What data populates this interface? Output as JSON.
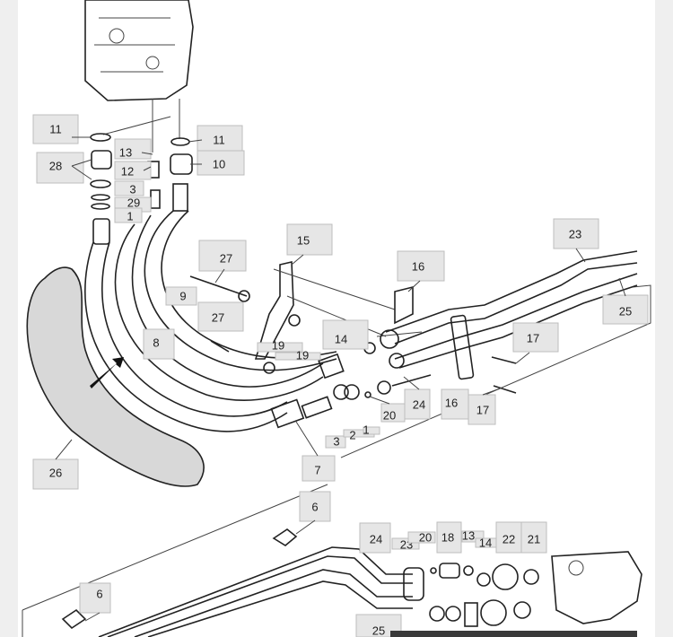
{
  "diagram": {
    "title_visible": false,
    "callouts": {
      "c11a": "11",
      "c11b": "11",
      "c28": "28",
      "c13": "13",
      "c12": "12",
      "c10": "10",
      "c3a": "3",
      "c29": "29",
      "c1": "1",
      "c27a": "27",
      "c27b": "27",
      "c15": "15",
      "c9": "9",
      "c8": "8",
      "c19a": "19",
      "c19b": "19",
      "c14a": "14",
      "c16a": "16",
      "c16b": "16",
      "c23a": "23",
      "c25a": "25",
      "c17a": "17",
      "c17b": "17",
      "c24a": "24",
      "c20a": "20",
      "c3b": "3",
      "c2": "2",
      "c1b": "1",
      "c7": "7",
      "c26": "26",
      "c6a": "6",
      "c6b": "6",
      "c24b": "24",
      "c23b": "23",
      "c20b": "20",
      "c18": "18",
      "c13b": "13",
      "c14b": "14",
      "c22": "22",
      "c21": "21",
      "c25b": "25"
    },
    "colors": {
      "label_box": "#e6e6e6",
      "line": "#222222",
      "margin": "#efefef"
    }
  }
}
